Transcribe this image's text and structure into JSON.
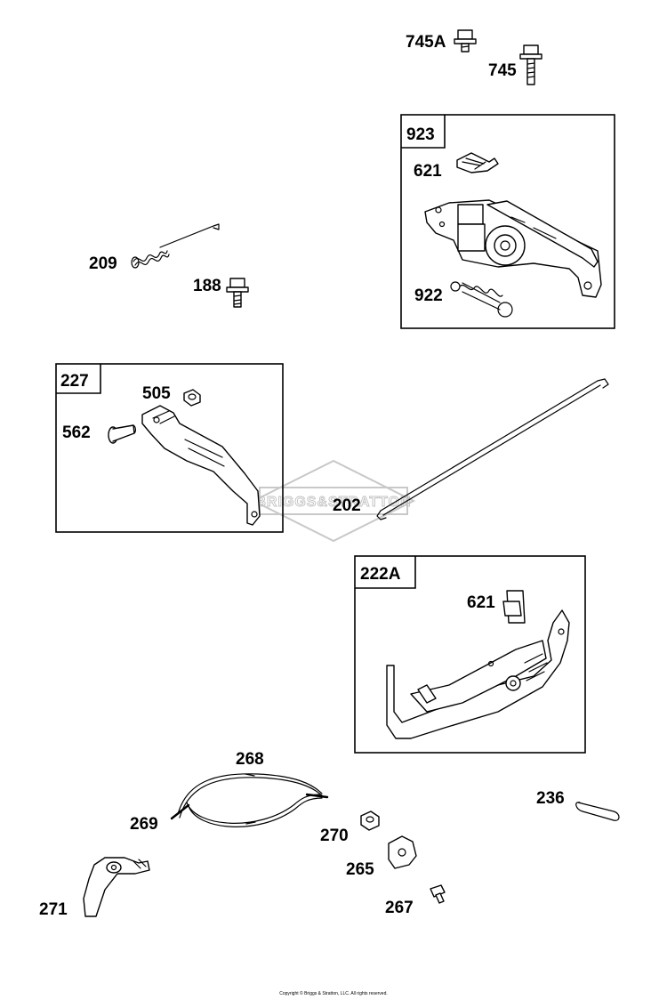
{
  "watermark": {
    "text": "BRIGGS&STRATTON"
  },
  "groups": [
    {
      "id": "923",
      "label": "923"
    },
    {
      "id": "227",
      "label": "227"
    },
    {
      "id": "222A",
      "label": "222A"
    }
  ],
  "parts": {
    "p745A": "745A",
    "p745": "745",
    "p621a": "621",
    "p922": "922",
    "p209": "209",
    "p188": "188",
    "p505": "505",
    "p562": "562",
    "p202": "202",
    "p621b": "621",
    "p268": "268",
    "p269": "269",
    "p236": "236",
    "p270": "270",
    "p265": "265",
    "p271": "271",
    "p267": "267"
  },
  "footer": {
    "copyright": "Copyright © Briggs & Stratton, LLC. All rights reserved."
  }
}
